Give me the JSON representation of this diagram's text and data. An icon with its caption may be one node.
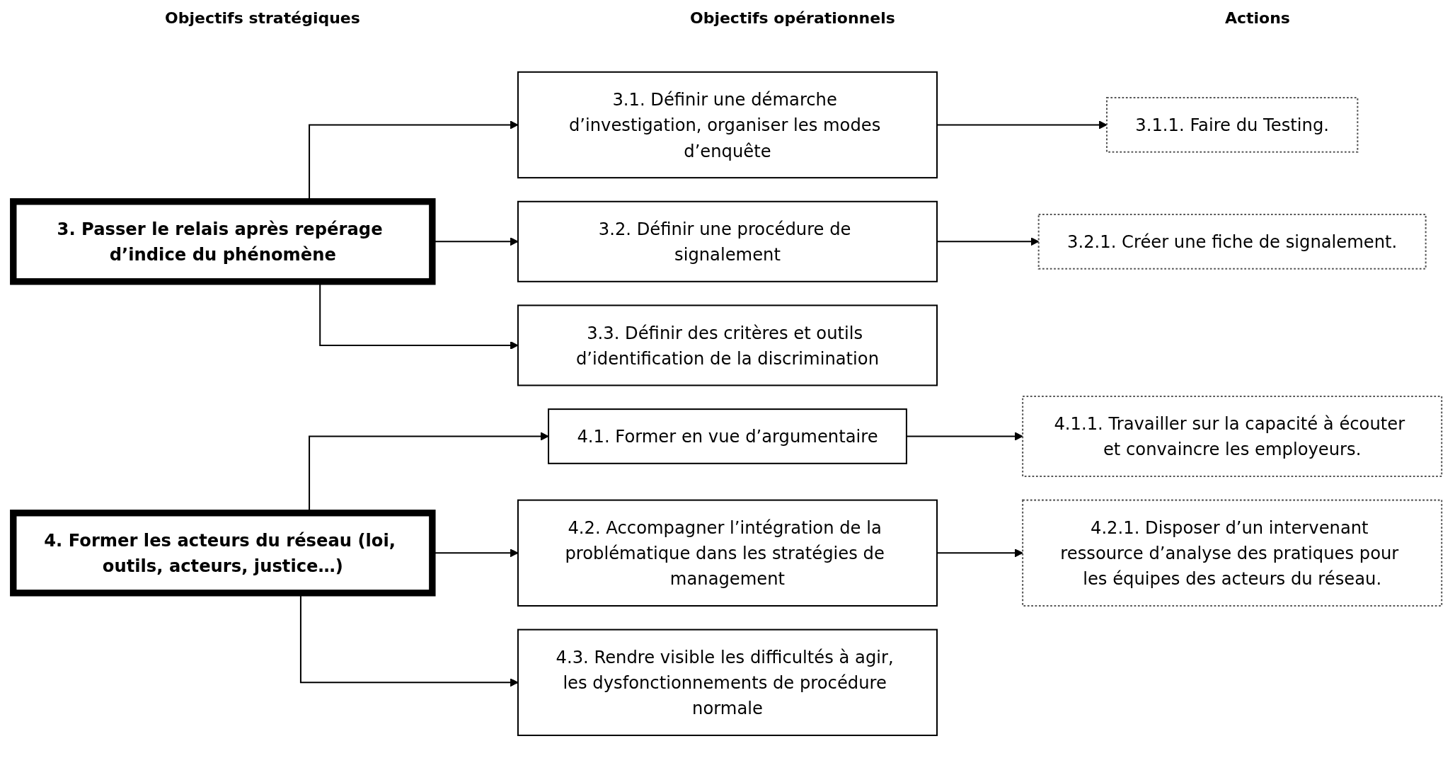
{
  "diagram": {
    "nodes": [
      {
        "text": [
          "3. Passer le relais après repérage d’indice du phénomène"
        ]
      },
      {
        "text": [
          "3.1. Définir une démarche d’investigation, organiser les modes d’enquête"
        ]
      },
      {
        "text": [
          "3.2. Définir une procédure de signalement"
        ]
      },
      {
        "text": [
          "3.3. Définir des critères et outils d’identification de la discrimination"
        ]
      },
      {
        "text": [
          "4. Former les acteurs du réseau (loi, outils, acteurs, justice…)"
        ]
      },
      {
        "text": [
          "4.1. Former en vue d’argumentaire"
        ]
      },
      {
        "text": [
          "4.2. Accompagner l’intégration de la problématique dans les stratégies de management"
        ]
      },
      {
        "text": [
          "4.3. Rendre visible les difficultés à agir, les dysfonctionnements de procédure normale"
        ]
      },
      {
        "text": [
          "3.1.1. Faire du Testing."
        ]
      },
      {
        "text": [
          "3.2.1. Créer une fiche de signalement."
        ]
      },
      {
        "text": [
          "4.1.1. Travailler sur la capacité à écouter et convaincre les employeurs."
        ]
      },
      {
        "text": [
          "4.2.1. Disposer d’un intervenant ressource d’analyse des pratiques pour les équipes des acteurs du réseau."
        ]
      }
    ],
    "edges": [
      {
        "from": 0,
        "to": 1,
        "arrow": "to"
      },
      {
        "from": 0,
        "to": 2,
        "arrow": "to"
      },
      {
        "from": 0,
        "to": 3,
        "arrow": "to"
      },
      {
        "from": 4,
        "to": 5,
        "arrow": "to"
      },
      {
        "from": 4,
        "to": 6,
        "arrow": "to"
      },
      {
        "from": 4,
        "to": 7,
        "arrow": "to"
      },
      {
        "from": 1,
        "to": 8,
        "arrow": "to"
      },
      {
        "from": 2,
        "to": 9,
        "arrow": "to"
      },
      {
        "from": 5,
        "to": 10,
        "arrow": "to"
      },
      {
        "from": 6,
        "to": 11,
        "arrow": "to"
      }
    ],
    "labels": [
      "Objectifs stratégiques",
      "Objectifs opérationnels",
      "Actions"
    ]
  }
}
